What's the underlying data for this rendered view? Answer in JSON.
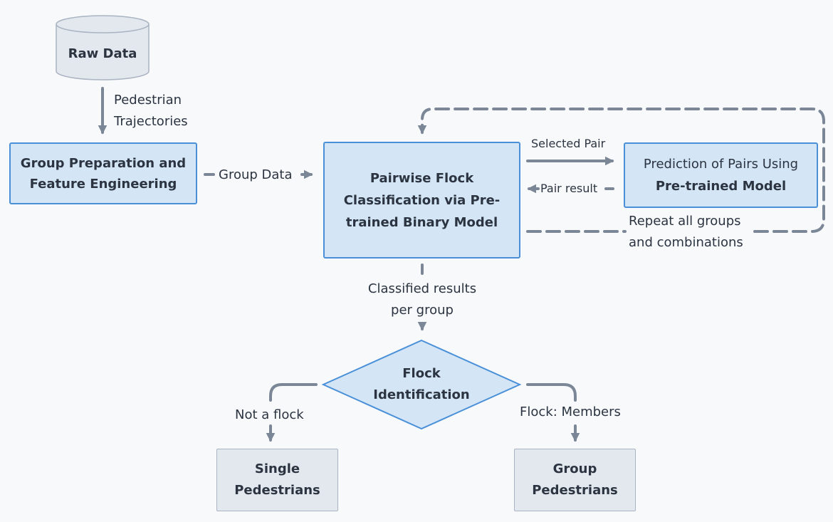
{
  "nodes": {
    "raw_data": "Raw Data",
    "group_prep": [
      "Group Preparation and",
      "Feature Engineering"
    ],
    "pairwise": [
      "Pairwise Flock",
      "Classification via Pre-",
      "trained Binary Model"
    ],
    "prediction": [
      "Prediction of Pairs Using",
      "Pre-trained Model"
    ],
    "flock_id": [
      "Flock",
      "Identification"
    ],
    "single": [
      "Single",
      "Pedestrians"
    ],
    "group_ped": [
      "Group",
      "Pedestrians"
    ]
  },
  "edges": {
    "trajectories": [
      "Pedestrian",
      "Trajectories"
    ],
    "group_data": "Group Data",
    "selected_pair": "Selected Pair",
    "pair_result": "Pair result",
    "repeat": [
      "Repeat all groups",
      "and combinations"
    ],
    "classified": [
      "Classified results",
      "per group"
    ],
    "not_flock": "Not a flock",
    "flock_members": "Flock: Members"
  },
  "colors": {
    "process_fill": "#d4e6f6",
    "process_border": "#4a90d9",
    "terminal_fill": "#e3e7ee",
    "terminal_border": "#a9b3c1",
    "arrow": "#7b8796"
  }
}
